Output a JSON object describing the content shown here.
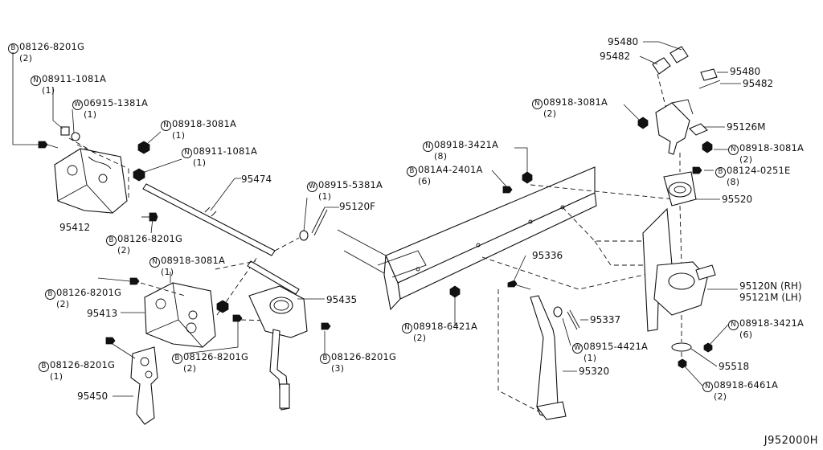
{
  "diagram": {
    "reference_code": "J952000H",
    "callouts": [
      {
        "id": "c1",
        "badge": "B",
        "number": "08126-8201G",
        "qty": "(2)"
      },
      {
        "id": "c2",
        "badge": "N",
        "number": "08911-1081A",
        "qty": "(1)"
      },
      {
        "id": "c3",
        "badge": "W",
        "number": "06915-1381A",
        "qty": "(1)"
      },
      {
        "id": "c4",
        "badge": "N",
        "number": "08918-3081A",
        "qty": "(1)"
      },
      {
        "id": "c5",
        "badge": "N",
        "number": "08911-1081A",
        "qty": "(1)"
      },
      {
        "id": "c6",
        "badge": "B",
        "number": "08126-8201G",
        "qty": "(2)"
      },
      {
        "id": "c7",
        "badge": "N",
        "number": "08918-3081A",
        "qty": "(1)"
      },
      {
        "id": "c8",
        "badge": "B",
        "number": "08126-8201G",
        "qty": "(2)"
      },
      {
        "id": "c9",
        "badge": "B",
        "number": "08126-8201G",
        "qty": "(1)"
      },
      {
        "id": "c10",
        "badge": "B",
        "number": "08126-8201G",
        "qty": "(2)"
      },
      {
        "id": "c11",
        "badge": "B",
        "number": "08126-8201G",
        "qty": "(3)"
      },
      {
        "id": "c12",
        "badge": "W",
        "number": "08915-5381A",
        "qty": "(1)"
      },
      {
        "id": "c13",
        "badge": "N",
        "number": "08918-3421A",
        "qty": "(8)"
      },
      {
        "id": "c14",
        "badge": "B",
        "number": "081A4-2401A",
        "qty": "(6)"
      },
      {
        "id": "c15",
        "badge": "N",
        "number": "08918-6421A",
        "qty": "(2)"
      },
      {
        "id": "c16",
        "badge": "W",
        "number": "08915-4421A",
        "qty": "(1)"
      },
      {
        "id": "c17",
        "badge": "N",
        "number": "08918-3081A",
        "qty": "(2)"
      },
      {
        "id": "c18",
        "badge": "N",
        "number": "08918-3081A",
        "qty": "(2)"
      },
      {
        "id": "c19",
        "badge": "B",
        "number": "08124-0251E",
        "qty": "(8)"
      },
      {
        "id": "c20",
        "badge": "N",
        "number": "08918-3421A",
        "qty": "(6)"
      },
      {
        "id": "c21",
        "badge": "N",
        "number": "08918-6461A",
        "qty": "(2)"
      }
    ],
    "part_labels": [
      {
        "id": "p1",
        "text": "95412"
      },
      {
        "id": "p2",
        "text": "95474"
      },
      {
        "id": "p3",
        "text": "95120F"
      },
      {
        "id": "p4",
        "text": "95413"
      },
      {
        "id": "p5",
        "text": "95435"
      },
      {
        "id": "p6",
        "text": "95450"
      },
      {
        "id": "p7",
        "text": "95336"
      },
      {
        "id": "p8",
        "text": "95337"
      },
      {
        "id": "p9",
        "text": "95320"
      },
      {
        "id": "p10",
        "text": "95480"
      },
      {
        "id": "p11",
        "text": "95482"
      },
      {
        "id": "p12",
        "text": "95480"
      },
      {
        "id": "p13",
        "text": "95482"
      },
      {
        "id": "p14",
        "text": "95126M"
      },
      {
        "id": "p15",
        "text": "95520"
      },
      {
        "id": "p16",
        "text": "95120N (RH)"
      },
      {
        "id": "p17",
        "text": "95121M (LH)"
      },
      {
        "id": "p18",
        "text": "95518"
      }
    ]
  }
}
